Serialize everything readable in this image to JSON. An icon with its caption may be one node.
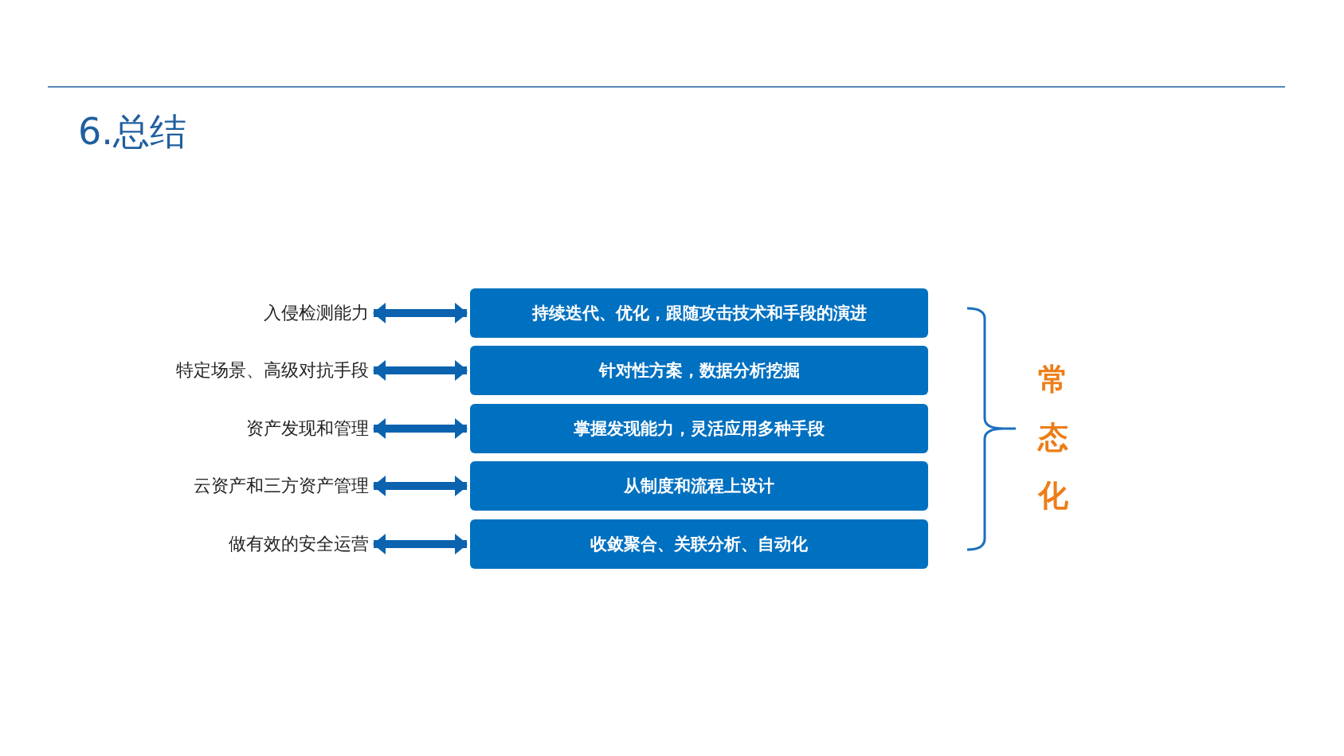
{
  "diagram": {
    "title": "6.总结",
    "nodes": [
      {
        "text": [
          "入侵检测能力"
        ]
      },
      {
        "text": [
          "特定场景、高级对抗手段"
        ]
      },
      {
        "text": [
          "资产发现和管理"
        ]
      },
      {
        "text": [
          "云资产和三方资产管理"
        ]
      },
      {
        "text": [
          "做有效的安全运营"
        ]
      },
      {
        "text": [
          "持续迭代、优化，跟随攻击技术和手段的演进"
        ]
      },
      {
        "text": [
          "针对性方案，数据分析挖掘"
        ]
      },
      {
        "text": [
          "掌握发现能力，灵活应用多种手段"
        ]
      },
      {
        "text": [
          "从制度和流程上设计"
        ]
      },
      {
        "text": [
          "收敛聚合、关联分析、自动化"
        ]
      }
    ],
    "edges": [
      {
        "from": 0,
        "to": 5,
        "arrow": "both"
      },
      {
        "from": 1,
        "to": 6,
        "arrow": "both"
      },
      {
        "from": 2,
        "to": 7,
        "arrow": "both"
      },
      {
        "from": 3,
        "to": 8,
        "arrow": "both"
      },
      {
        "from": 4,
        "to": 9,
        "arrow": "both"
      }
    ],
    "labels": [
      "常态化"
    ]
  }
}
